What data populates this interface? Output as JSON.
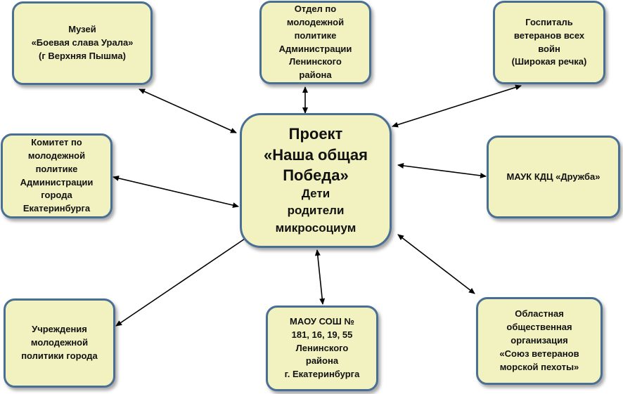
{
  "center": {
    "title": "Проект\n«Наша общая\nПобеда»",
    "subtitle": "Дети\nродители\nмикросоциум"
  },
  "nodes": {
    "museum": "Музей\n«Боевая слава Урала»\n(г Верхняя Пышма)",
    "youth_dept_lenin": "Отдел по\nмолодежной\nполитике\nАдминистрации\nЛенинского\nрайона",
    "hospital": "Госпиталь\nветеранов всех\nвойн\n(Широкая речка)",
    "committee_ekb": "Комитет по\nмолодежной\nполитике\nАдминистрации\nгорода\nЕкатеринбурга",
    "mauk_kdc": "МАУК КДЦ «Дружба»",
    "youth_institutions": "Учреждения\nмолодежной\nполитики города",
    "schools": "МАОУ СОШ №\n181, 16, 19, 55\nЛенинского\nрайона\nг. Екатеринбурга",
    "marines_union": "Областная\nобщественная\nорганизация\n«Союз ветеранов\nморской пехоты»"
  },
  "colors": {
    "box_fill": "#f2f2c0",
    "box_border": "#4a6f95",
    "arrow": "#000000"
  }
}
